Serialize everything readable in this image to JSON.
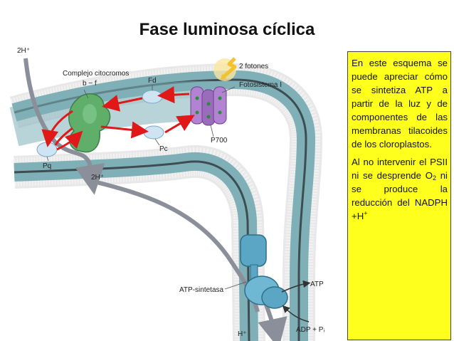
{
  "title": "Fase luminosa cíclica",
  "diagram": {
    "labels": {
      "h_top": "2H⁺",
      "complejo_line1": "Complejo citocromos",
      "complejo_line2": "b − f",
      "fd": "Fd",
      "fotones": "2 fotones",
      "fotosistema": "Fotosistema I",
      "p700": "P700",
      "pc": "Pc",
      "pq": "Pq",
      "h_mid": "2H⁺",
      "atp_sintetasa": "ATP-sintetasa",
      "atp": "ATP",
      "adp": "ADP + Pᵢ",
      "h_bottom": "H⁺"
    },
    "colors": {
      "membrane_band": "#7fb0b8",
      "membrane_heads": "#f2f2f2",
      "electron_arrow": "#e01818",
      "proton_arrow": "#8a8f9a",
      "cytochrome": "#5fae6a",
      "photosystem": "#9c6cbc",
      "atp_synthase": "#5aa6c4",
      "carrier": "#cfe4f3",
      "photon": "#f2c230"
    }
  },
  "note": {
    "p1": "En este esquema se puede apreciar cómo se sintetiza ATP a partir de la luz y de componentes de las membranas tilacoides de los cloroplastos.",
    "p2_a": "Al no intervenir el PSII ni se desprende O",
    "p2_sub": "2",
    "p2_b": " ni se produce la reducción del NADPH +H",
    "p2_sup": "+"
  }
}
